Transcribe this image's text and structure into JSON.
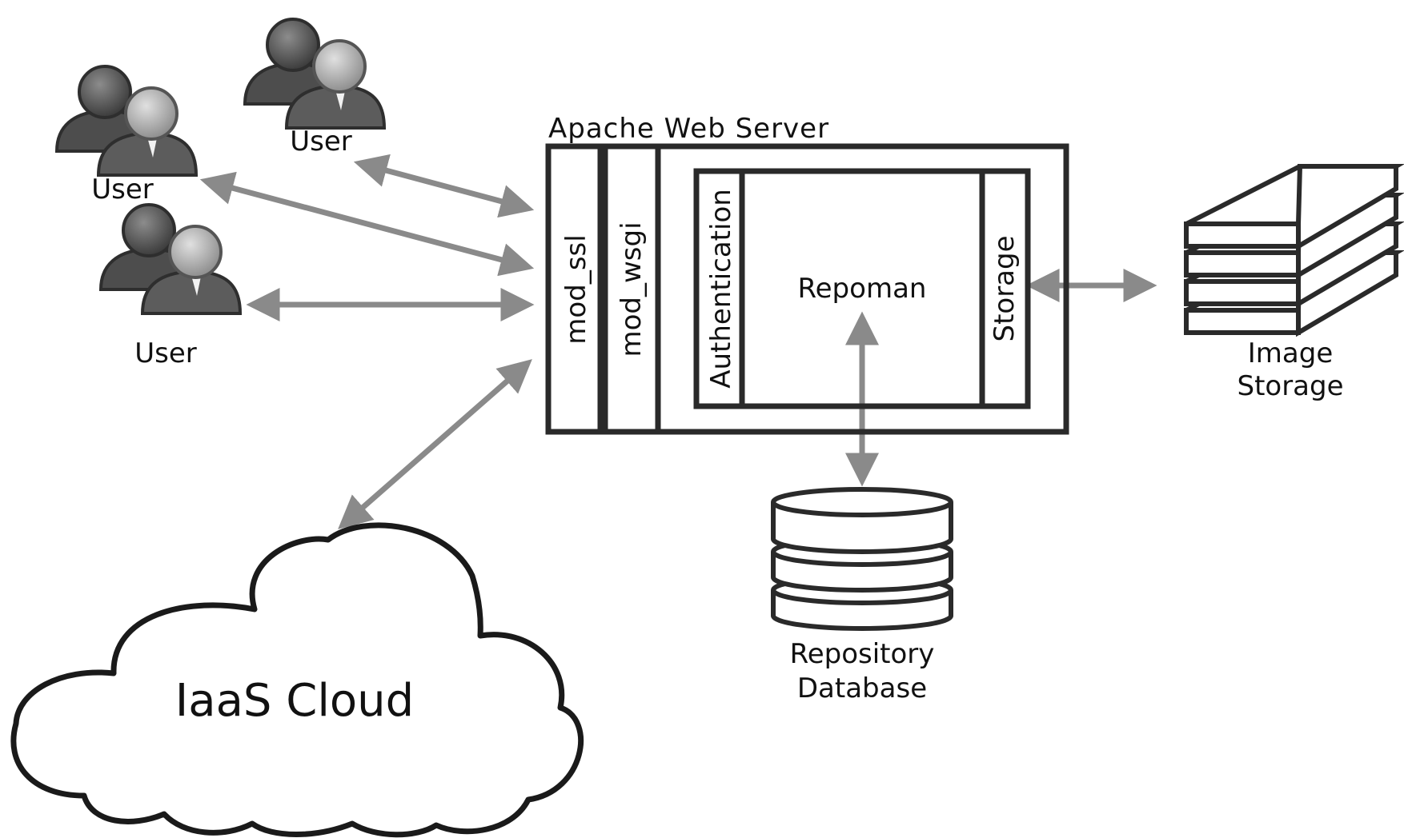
{
  "diagram": {
    "users": [
      {
        "label": "User"
      },
      {
        "label": "User"
      },
      {
        "label": "User"
      }
    ],
    "server": {
      "title": "Apache Web Server",
      "modules": [
        "mod_ssl",
        "mod_wsgi"
      ],
      "inner": {
        "left_module": "Authentication",
        "center": "Repoman",
        "right_module": "Storage"
      }
    },
    "image_storage": {
      "line1": "Image",
      "line2": "Storage"
    },
    "repository_db": {
      "line1": "Repository",
      "line2": "Database"
    },
    "cloud": {
      "label": "IaaS Cloud"
    }
  },
  "colors": {
    "stroke": "#2a2a2a",
    "arrow": "#8a8a8a",
    "user_dark": "#5a5a5a",
    "user_light": "#b5b5b5"
  },
  "icons": [
    "user-group-icon",
    "database-icon",
    "storage-stack-icon",
    "cloud-icon"
  ]
}
